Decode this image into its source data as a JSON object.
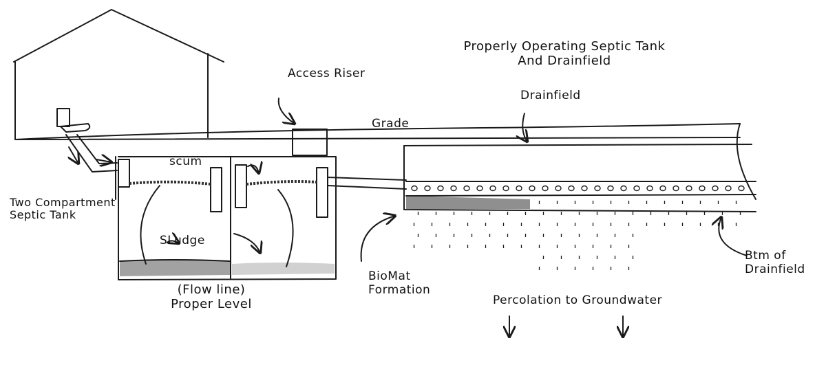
{
  "title_line1": "Properly Operating Septic Tank",
  "title_line2": "And Drainfield",
  "labels": {
    "access_riser": "Access Riser",
    "grade": "Grade",
    "drainfield": "Drainfield",
    "scum": "scum",
    "sludge": "SLudge",
    "tank_line1": "Two Compartment",
    "tank_line2": "Septic Tank",
    "flow_line": "(Flow line)",
    "proper_level": "Proper Level",
    "biomat_line1": "BioMat",
    "biomat_line2": "Formation",
    "percolation": "Percolation to Groundwater",
    "btm_line1": "Btm of",
    "btm_line2": "Drainfield"
  }
}
